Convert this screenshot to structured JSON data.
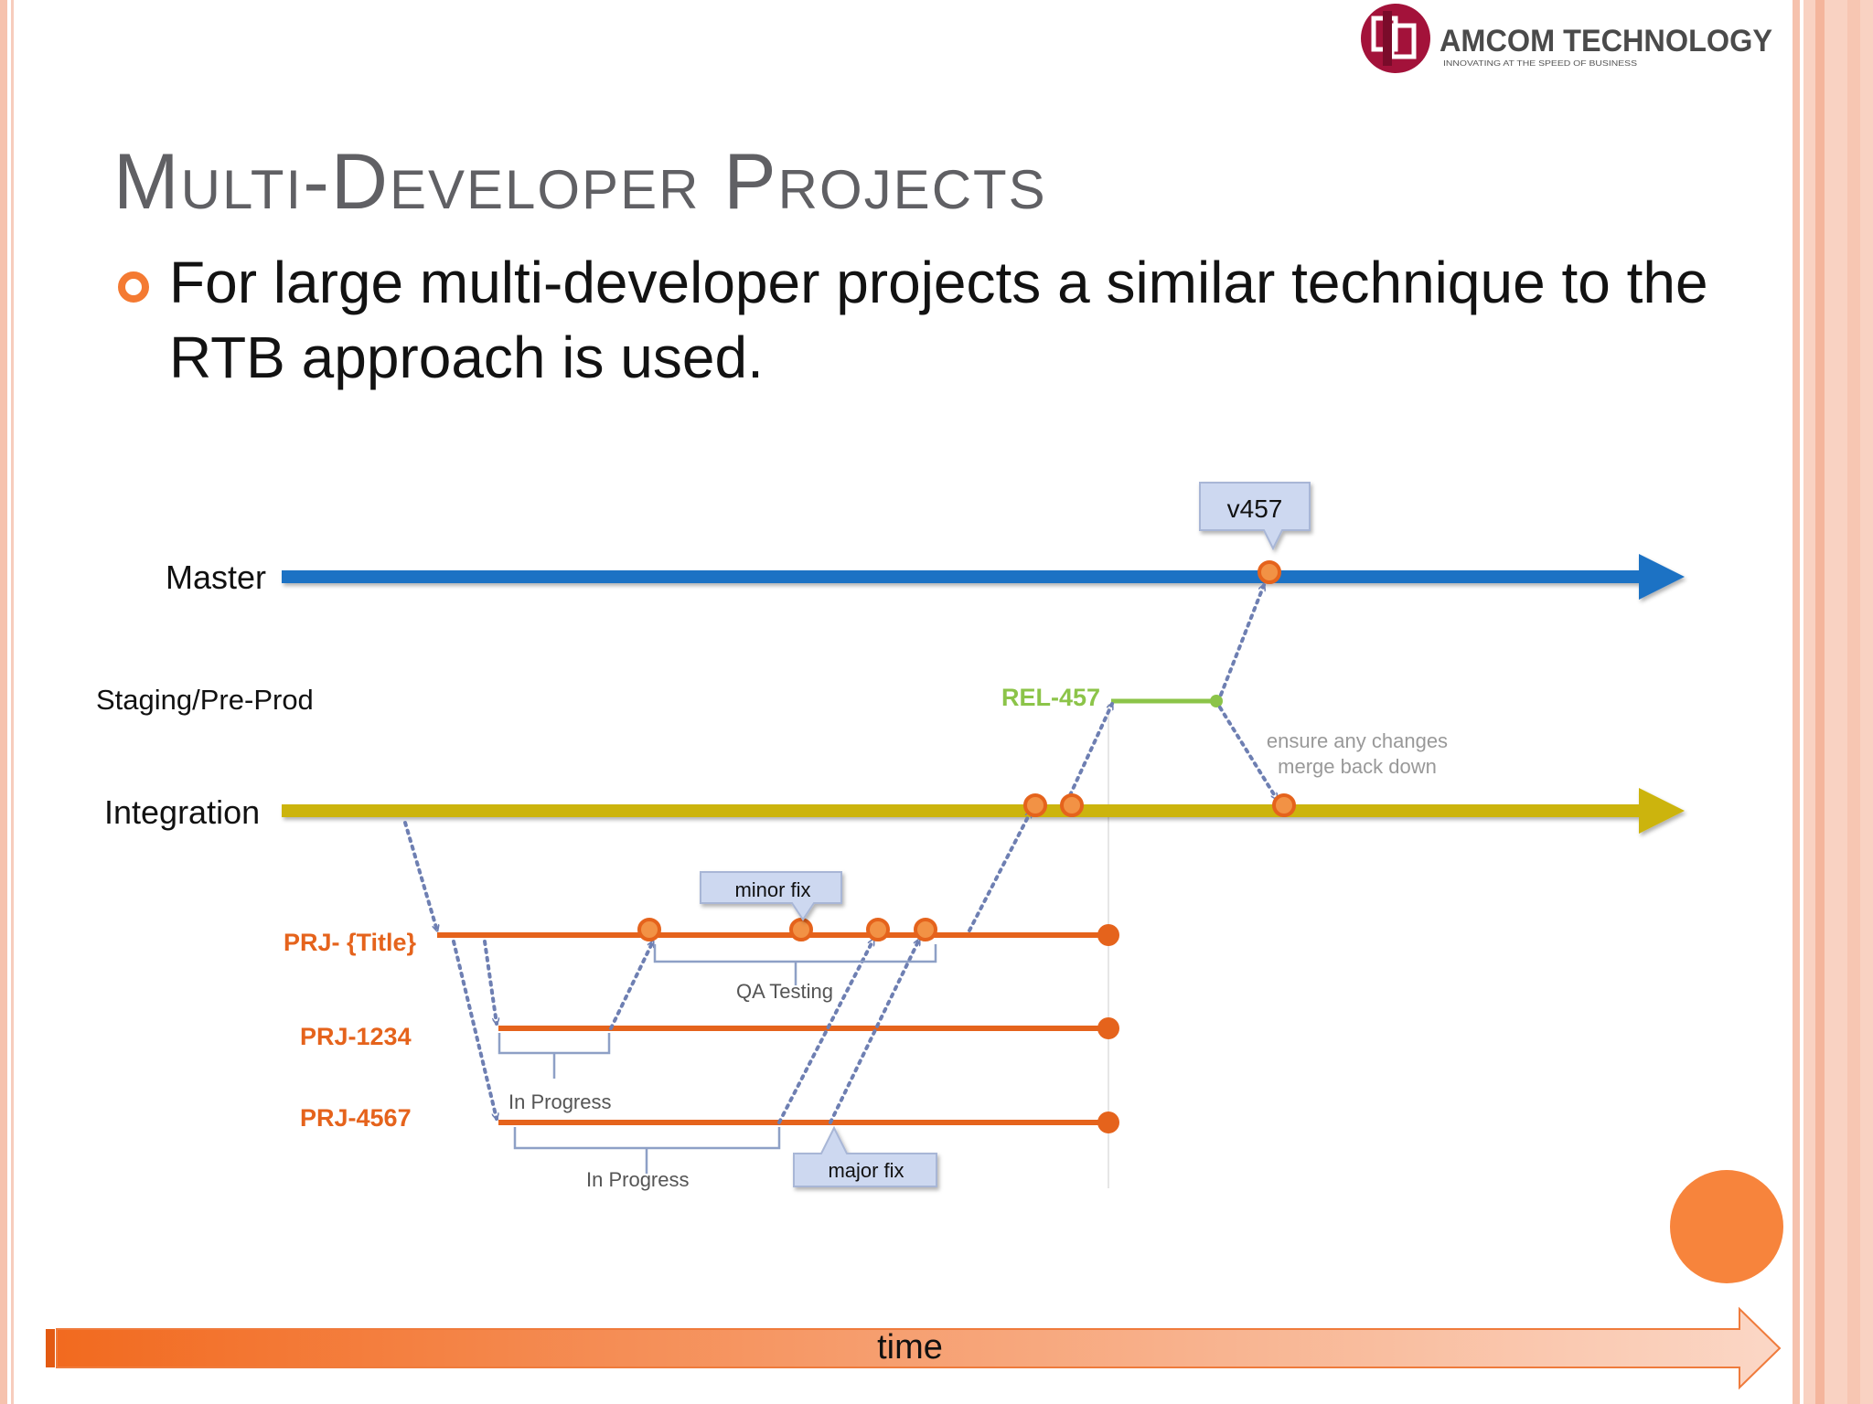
{
  "slide": {
    "title": "Multi-Developer Projects",
    "bullet": "For large multi-developer projects a similar technique to the RTB approach is used."
  },
  "logo": {
    "brand": "AMCOM TECHNOLOGY",
    "tagline": "INNOVATING AT THE SPEED OF BUSINESS"
  },
  "diagram": {
    "branches": {
      "master": "Master",
      "staging": "Staging/Pre-Prod",
      "integration": "Integration",
      "prj_title": "PRJ- {Title}",
      "prj_1234": "PRJ-1234",
      "prj_4567": "PRJ-4567"
    },
    "labels": {
      "release": "REL-457",
      "version": "v457",
      "merge_note_line1": "ensure any changes",
      "merge_note_line2": "merge back down",
      "minor_fix": "minor fix",
      "major_fix": "major fix",
      "qa_testing": "QA Testing",
      "in_progress_1234": "In Progress",
      "in_progress_4567": "In Progress"
    },
    "time": "time"
  },
  "colors": {
    "master": "#1a72c4",
    "integration": "#ccb40a",
    "staging": "#8cc449",
    "project": "#e5631c",
    "commit": "#f29245",
    "arrow": "#6e7fb2",
    "accent": "#f47a32"
  }
}
